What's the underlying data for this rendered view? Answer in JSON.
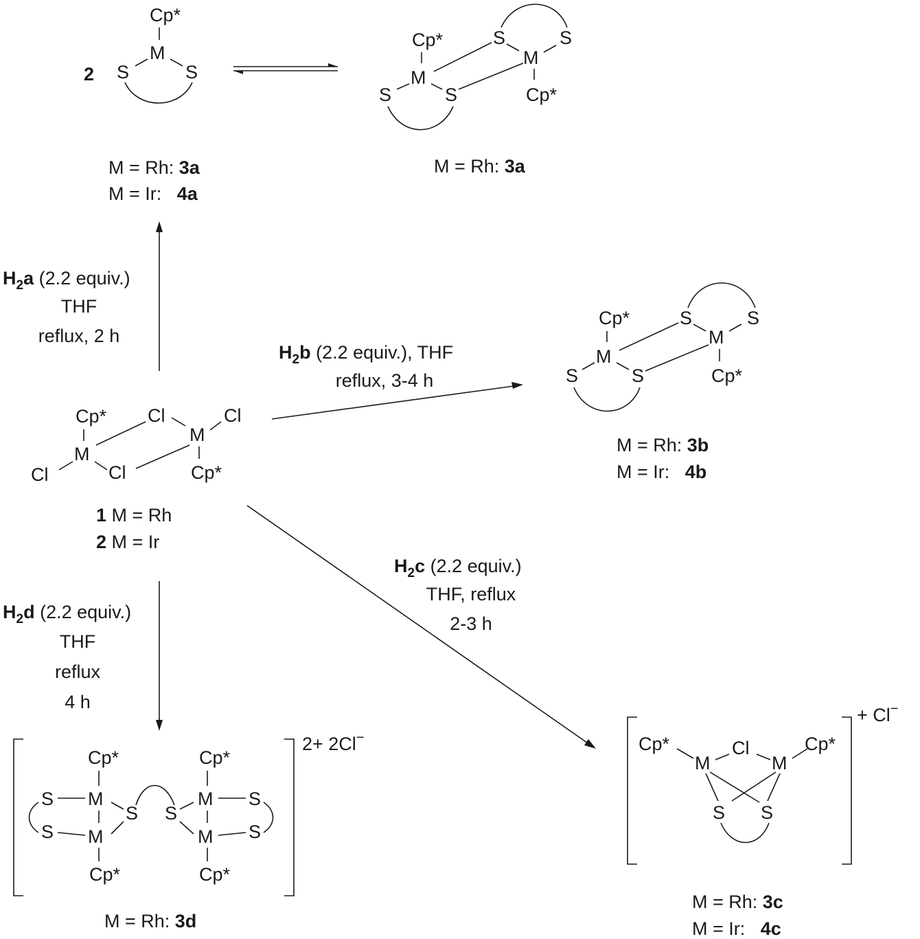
{
  "atoms": {
    "cp": "Cp*",
    "m": "M",
    "s": "S",
    "cl": "Cl"
  },
  "compound_top_left": {
    "number": "2"
  },
  "top_left_labels": {
    "line1_prefix": "M = Rh: ",
    "line1_compound": "3a",
    "line2_prefix": "M = Ir:   ",
    "line2_compound": "4a"
  },
  "top_right_labels": {
    "line1_prefix": "M = Rh: ",
    "line1_compound": "3a"
  },
  "right_middle_labels": {
    "line1_prefix": "M = Rh: ",
    "line1_compound": "3b",
    "line2_prefix": "M = Ir:   ",
    "line2_compound": "4b"
  },
  "starting_material_labels": {
    "line1_compound": "1",
    "line1_suffix": " M = Rh",
    "line2_compound": "2",
    "line2_suffix": " M = Ir"
  },
  "bottom_left": {
    "charge": "2+  2Cl",
    "charge_sup": "−",
    "label_prefix": "M = Rh: ",
    "label_compound": "3d"
  },
  "bottom_right": {
    "charge": "+  Cl",
    "charge_sup": "−",
    "line1_prefix": "M = Rh: ",
    "line1_compound": "3c",
    "line2_prefix": "M = Ir:   ",
    "line2_compound": "4c"
  },
  "conditions": {
    "a": {
      "reagent_bold": "H",
      "reagent_sub": "2",
      "reagent_letter": "a",
      "amount": " (2.2 equiv.)",
      "line2": "THF",
      "line3": "reflux, 2 h"
    },
    "b": {
      "reagent_bold": "H",
      "reagent_sub": "2",
      "reagent_letter": "b",
      "amount": " (2.2 equiv.), THF",
      "line2": "reflux, 3-4 h"
    },
    "c": {
      "reagent_bold": "H",
      "reagent_sub": "2",
      "reagent_letter": "c",
      "amount": " (2.2 equiv.)",
      "line2": "THF, reflux",
      "line3": "2-3 h"
    },
    "d": {
      "reagent_bold": "H",
      "reagent_sub": "2",
      "reagent_letter": "d",
      "amount": " (2.2 equiv.)",
      "line2": "THF",
      "line3": "reflux",
      "line4": "4 h"
    }
  }
}
